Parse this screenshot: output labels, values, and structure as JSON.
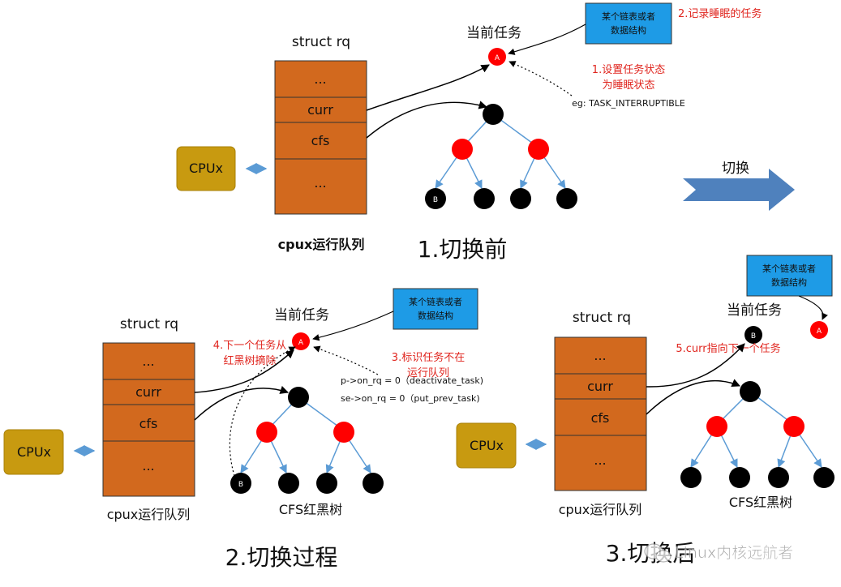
{
  "colors": {
    "rq_fill": "#d2691e",
    "cpu_fill": "#c89a10",
    "red_node": "#ff0000",
    "black_node": "#000000",
    "edge": "#5b9bd5",
    "ann_red": "#e0261f",
    "box_fill": "#1e9be6",
    "arrow_fill": "#4f81bd"
  },
  "panel1": {
    "struct_title": "struct rq",
    "cells": [
      "...",
      "curr",
      "cfs",
      "..."
    ],
    "cpu_label": "CPUx",
    "queue_label": "cpux运行队列",
    "current_task": "当前任务",
    "node_a": "A",
    "node_b": "B",
    "box_line1": "某个链表或者",
    "box_line2": "数据结构",
    "note_record": "2.记录睡眠的任务",
    "note_set_line1": "1.设置任务状态",
    "note_set_line2": "为睡眠状态",
    "eg_text": "eg: TASK_INTERRUPTIBLE",
    "caption": "1.切换前"
  },
  "switch_label": "切换",
  "panel2": {
    "struct_title": "struct rq",
    "cells": [
      "...",
      "curr",
      "cfs",
      "..."
    ],
    "cpu_label": "CPUx",
    "queue_label": "cpux运行队列",
    "current_task": "当前任务",
    "node_a": "A",
    "node_b": "B",
    "box_line1": "某个链表或者",
    "box_line2": "数据结构",
    "note_next_line1": "4.下一个任务从",
    "note_next_line2": "红黑树摘除",
    "note_mark_line1": "3.标识任务不在",
    "note_mark_line2": "运行队列",
    "code_line1": "p->on_rq = 0（deactivate_task)",
    "code_line2": "se->on_rq = 0（put_prev_task)",
    "tree_label": "CFS红黑树",
    "caption": "2.切换过程"
  },
  "panel3": {
    "struct_title": "struct rq",
    "cells": [
      "...",
      "curr",
      "cfs",
      "..."
    ],
    "cpu_label": "CPUx",
    "queue_label": "cpux运行队列",
    "current_task": "当前任务",
    "node_a": "A",
    "node_b": "B",
    "box_line1": "某个链表或者",
    "box_line2": "数据结构",
    "note_curr": "5.curr指向下一个任务",
    "tree_label": "CFS红黑树",
    "caption": "3.切换后"
  },
  "watermark": "Linux内核远航者"
}
